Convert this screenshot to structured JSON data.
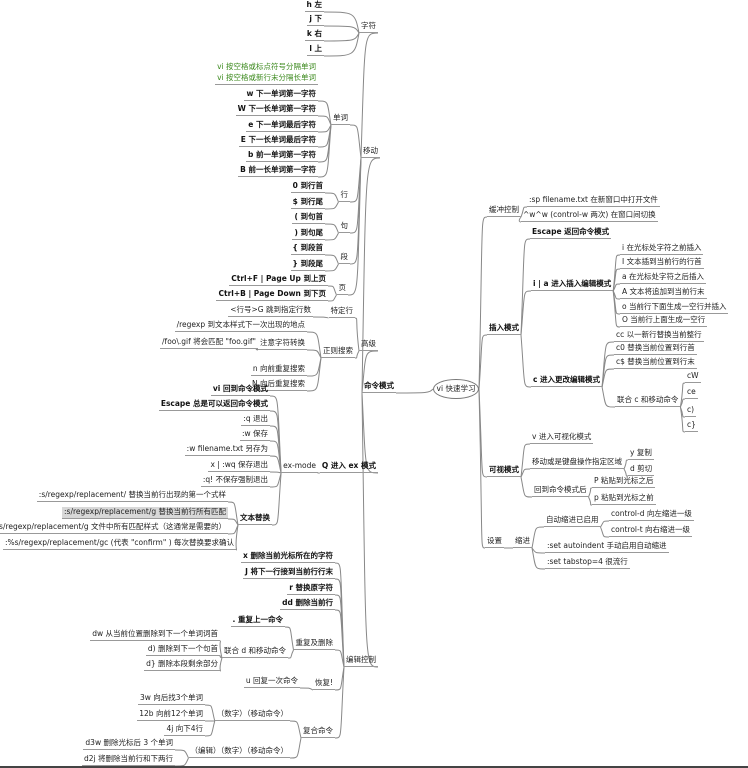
{
  "root": "vi 快速学习",
  "cmd": {
    "label": "命令模式",
    "move": {
      "label": "移动",
      "char": {
        "label": "字符",
        "items": [
          "h  左",
          "j  下",
          "k  右",
          "l  上"
        ]
      },
      "notes": [
        "vi 按空格或标点符号分隔单词",
        "vi 按空格或新行末分隔长单词"
      ],
      "word": {
        "label": "单词",
        "items": [
          "w  下一单词第一字符",
          "W  下一长单词第一字符",
          "e   下一单词最后字符",
          "E   下一长单词最后字符",
          "b    前一单词第一字符",
          "B    前一长单词第一字符"
        ]
      },
      "line": {
        "label": "行",
        "items": [
          "0  到行首",
          "$  到行尾"
        ]
      },
      "sentence": {
        "label": "句",
        "items": [
          "(  到句首",
          ")  到句尾"
        ]
      },
      "para": {
        "label": "段",
        "items": [
          "{  到段首",
          "}  到段尾"
        ]
      },
      "page": {
        "label": "页",
        "items": [
          "Ctrl+F | Page Up  到上页",
          "Ctrl+B | Page Down  到下页"
        ]
      }
    },
    "adv": {
      "label": "高级",
      "line": {
        "label": "特定行",
        "item": "<行号>G  跳到指定行数"
      },
      "regex": {
        "label": "正则搜索",
        "items": [
          "/regexp  到文本样式下一次出现的地点",
          "注意字符转换",
          "n  向前重复搜索",
          "N  向后重复搜索"
        ],
        "escape_example": "/foo\\.gif 将会匹配 \"foo.gif\""
      }
    },
    "ex": {
      "label": "Q 进入 ex 模式",
      "mode": "ex-mode",
      "items": [
        "vi 回到命令模式",
        "Escape 总是可以返回命令模式",
        ":q  退出",
        ":w  保存",
        ":w filename.txt  另存为",
        "x | :wq  保存退出",
        ":q!  不保存强制退出"
      ],
      "subst": {
        "label": "文本替换",
        "items": [
          ":s/regexp/replacement/    替换当前行出现的第一个式样",
          ":s/regexp/replacement/g   替换当前行所有匹配",
          ":%s/regexp/replacement/g    文件中所有匹配样式（这通常是需要的）",
          ":%s/regexp/replacement/gc (代表 \"confirm\" ) 每次替换要求确认"
        ]
      }
    },
    "edit": {
      "label": "编辑控制",
      "items": [
        "x  删除当前光标所在的字符",
        "J  将下一行接到当前行行末",
        "r   替换原字符",
        "dd  删除当前行"
      ],
      "repeat_del": {
        "label": "重复及删除",
        "repeat": ".   重复上一命令",
        "combo": {
          "label": "联合 d 和移动命令",
          "items": [
            "dw   从当前位置删除到下一个单词词首",
            "d)   删除到下一个句首",
            "d}   删除本段剩余部分"
          ]
        }
      },
      "undo": {
        "label": "恢复!",
        "item": "u  回复一次命令"
      },
      "compound": {
        "label": "复合命令",
        "num_move": {
          "label": "（数字）（移动命令）",
          "items": [
            "3w   向后找3个单词",
            "12b 向前12个单词",
            "4j  向下4行"
          ]
        },
        "edit_num_move": {
          "label": "（编辑）（数字）（移动命令）",
          "items": [
            "d3w   删除光标后 3 个单词",
            "d2j   将删除当前行和下两行"
          ]
        }
      }
    }
  },
  "buffer": {
    "label": "缓冲控制",
    "items": [
      ":sp filename.txt  在新窗口中打开文件",
      "^w^w (control-w 两次)  在窗口间切换"
    ]
  },
  "insert": {
    "label": "插入模式",
    "escape": "Escape 返回命令模式",
    "ia": {
      "label": "i | a  进入插入编辑模式",
      "items": [
        "i   在光标处字符之前插入",
        "I    文本插到当前行的行首",
        "a   在光标处字符之后插入",
        "A    文本将追加到当前行末",
        "o    当前行下面生成一空行并插入",
        "O    当前行上面生成一空行"
      ]
    },
    "c": {
      "label": "c  进入更改编辑模式",
      "items": [
        "cc    以一新行替换当前整行",
        "c0    替换当前位置到行首",
        "c$    替换当前位置到行末"
      ],
      "combo": {
        "label": "联合 c 和移动命令",
        "items": [
          "cW",
          "ce",
          "c)",
          "c}"
        ]
      }
    }
  },
  "visual": {
    "label": "可视模式",
    "enter": "v  进入可视化模式",
    "select": {
      "label": "移动或是键盘操作指定区域",
      "items": [
        "y  复制",
        "d  剪切"
      ]
    },
    "back": {
      "label": "回到命令模式后",
      "items": [
        "P  粘贴到光标之后",
        "p  粘贴到光标之前"
      ]
    }
  },
  "settings": {
    "label": "设置",
    "indent": {
      "label": "缩进",
      "auto": {
        "label": "自动缩进已启用",
        "items": [
          "control-d  向左缩进一级",
          "control-t  向右缩进一级"
        ]
      },
      "items": [
        ":set autoindent  手动启用自动缩进",
        ":set tabstop=4  很流行"
      ]
    }
  }
}
